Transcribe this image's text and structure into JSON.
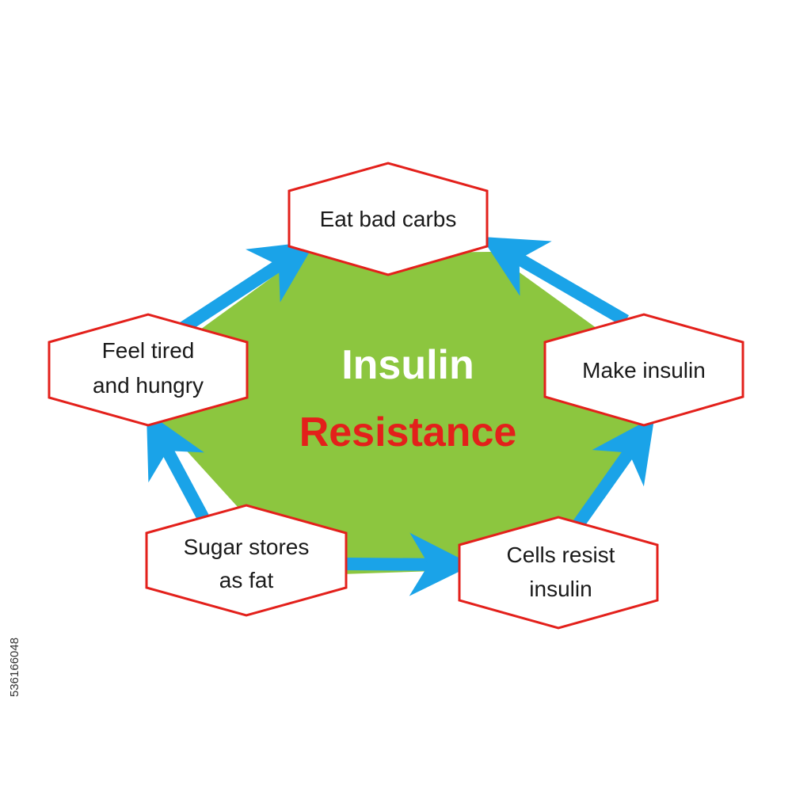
{
  "title": {
    "line1": "Insulin",
    "line2": "Resistance"
  },
  "colors": {
    "center_fill": "#8cc63f",
    "arrow": "#1aa3e8",
    "hex_border": "#e3201b",
    "hex_fill": "#ffffff",
    "title_line1": "#ffffff",
    "title_line2": "#e3201b"
  },
  "cycle_steps": [
    {
      "line1": "Eat bad carbs",
      "line2": ""
    },
    {
      "line1": "Make insulin",
      "line2": ""
    },
    {
      "line1": "Cells resist",
      "line2": "insulin"
    },
    {
      "line1": "Sugar stores",
      "line2": "as fat"
    },
    {
      "line1": "Feel tired",
      "line2": "and hungry"
    }
  ],
  "stock_id": "536166048"
}
